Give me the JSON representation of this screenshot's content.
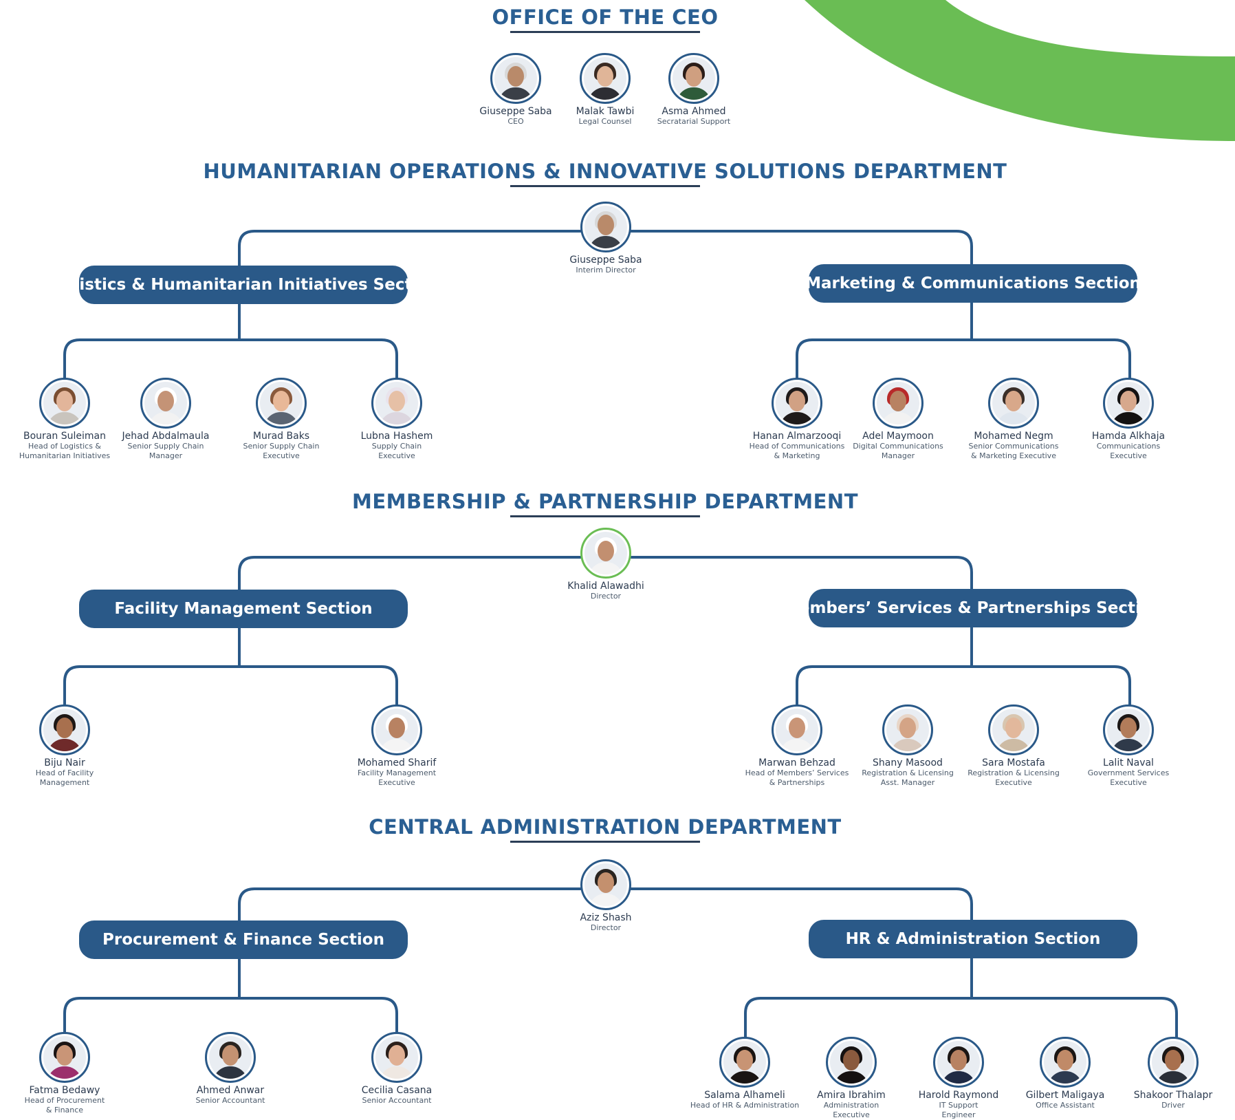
{
  "colors": {
    "title": "#2a5f93",
    "pill": "#2a5988",
    "connector": "#2a5988",
    "accent_green": "#6abd54",
    "underline": "#2b3e57"
  },
  "ceo_office": {
    "title": "OFFICE OF THE CEO",
    "people": [
      {
        "name": "Giuseppe Saba",
        "role": [
          "CEO"
        ]
      },
      {
        "name": "Malak Tawbi",
        "role": [
          "Legal Counsel"
        ]
      },
      {
        "name": "Asma Ahmed",
        "role": [
          "Secratarial Support"
        ]
      }
    ]
  },
  "departments": [
    {
      "title": "HUMANITARIAN OPERATIONS & INNOVATIVE SOLUTIONS DEPARTMENT",
      "head": {
        "name": "Giuseppe Saba",
        "role": [
          "Interim Director"
        ]
      },
      "sections": [
        {
          "title": "Logistics & Humanitarian Initiatives Section",
          "people": [
            {
              "name": "Bouran Suleiman",
              "role": [
                "Head of Logistics &",
                "Humanitarian Initiatives"
              ]
            },
            {
              "name": "Jehad Abdalmaula",
              "role": [
                "Senior Supply Chain",
                "Manager"
              ]
            },
            {
              "name": "Murad Baks",
              "role": [
                "Senior Supply Chain",
                "Executive"
              ]
            },
            {
              "name": "Lubna Hashem",
              "role": [
                "Supply Chain",
                "Executive"
              ]
            }
          ]
        },
        {
          "title": "Marketing & Communications Section",
          "people": [
            {
              "name": "Hanan Almarzooqi",
              "role": [
                "Head of Communications",
                "& Marketing"
              ]
            },
            {
              "name": "Adel Maymoon",
              "role": [
                "Digital Communications",
                "Manager"
              ]
            },
            {
              "name": "Mohamed Negm",
              "role": [
                "Senior Communications",
                "& Marketing Executive"
              ]
            },
            {
              "name": "Hamda Alkhaja",
              "role": [
                "Communications",
                "Executive"
              ]
            }
          ]
        }
      ]
    },
    {
      "title": "MEMBERSHIP & PARTNERSHIP DEPARTMENT",
      "head": {
        "name": "Khalid Alawadhi",
        "role": [
          "Director"
        ]
      },
      "sections": [
        {
          "title": "Facility Management Section",
          "people": [
            {
              "name": "Biju Nair",
              "role": [
                "Head of Facility",
                "Management"
              ]
            },
            {
              "name": "Mohamed Sharif",
              "role": [
                "Facility Management",
                "Executive"
              ]
            }
          ]
        },
        {
          "title": "Members’ Services & Partnerships Section",
          "people": [
            {
              "name": "Marwan Behzad",
              "role": [
                "Head of Members’ Services",
                "& Partnerships"
              ]
            },
            {
              "name": "Shany Masood",
              "role": [
                "Registration & Licensing",
                "Asst. Manager"
              ]
            },
            {
              "name": "Sara Mostafa",
              "role": [
                "Registration & Licensing",
                "Executive"
              ]
            },
            {
              "name": "Lalit Naval",
              "role": [
                "Government Services",
                "Executive"
              ]
            }
          ]
        }
      ]
    },
    {
      "title": "CENTRAL ADMINISTRATION DEPARTMENT",
      "head": {
        "name": "Aziz Shash",
        "role": [
          "Director"
        ]
      },
      "sections": [
        {
          "title": "Procurement & Finance Section",
          "people": [
            {
              "name": "Fatma Bedawy",
              "role": [
                "Head of Procurement",
                "& Finance"
              ]
            },
            {
              "name": "Ahmed Anwar",
              "role": [
                "Senior Accountant"
              ]
            },
            {
              "name": "Cecilia Casana",
              "role": [
                "Senior Accountant"
              ]
            }
          ]
        },
        {
          "title": "HR & Administration Section",
          "people": [
            {
              "name": "Salama Alhameli",
              "role": [
                "Head of HR & Administration"
              ]
            },
            {
              "name": "Amira Ibrahim",
              "role": [
                "Administration",
                "Executive"
              ]
            },
            {
              "name": "Harold Raymond",
              "role": [
                "IT Support",
                "Engineer"
              ]
            },
            {
              "name": "Gilbert Maligaya",
              "role": [
                "Office Assistant"
              ]
            },
            {
              "name": "Shakoor Thalapr",
              "role": [
                "Driver"
              ]
            }
          ]
        }
      ]
    }
  ]
}
